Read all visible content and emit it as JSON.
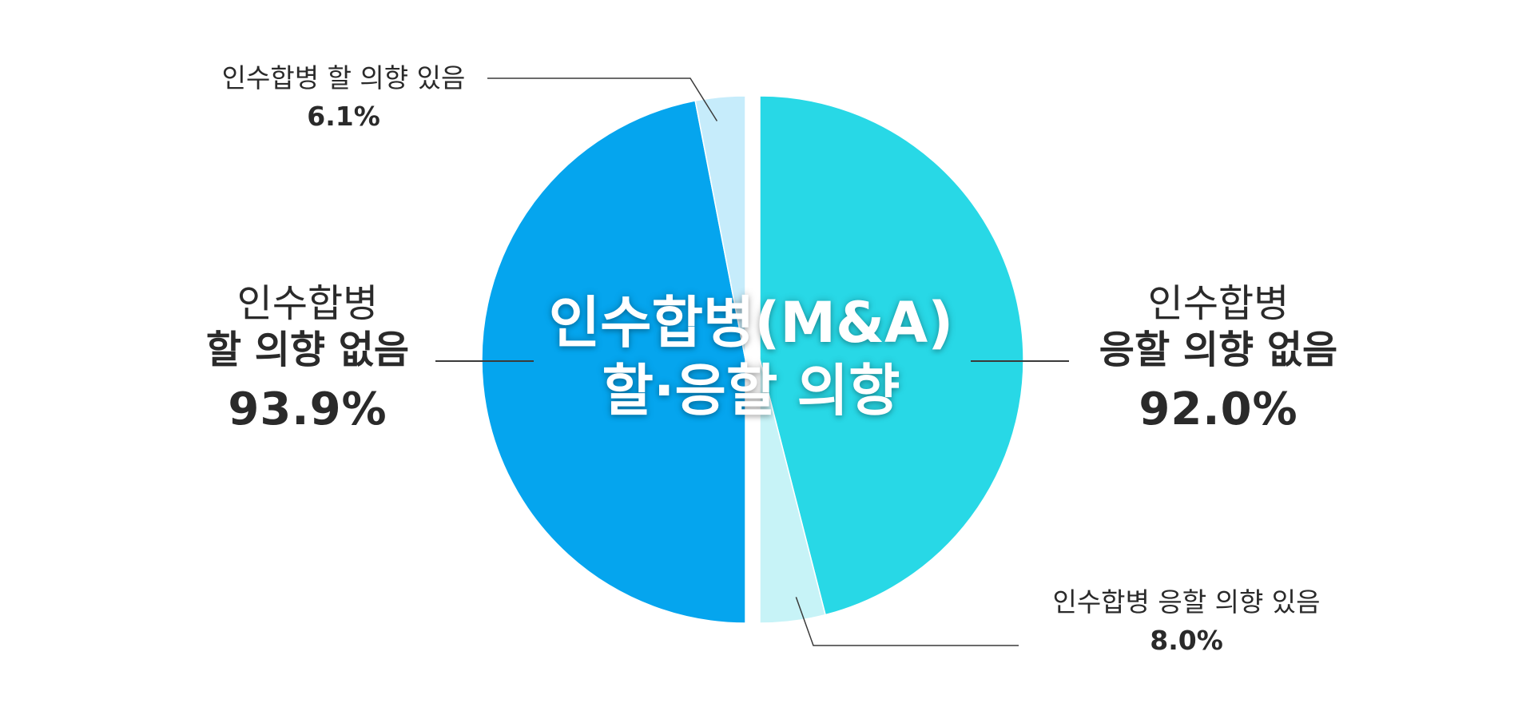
{
  "chart_data": [
    {
      "type": "pie",
      "title": "",
      "side": "left",
      "slices": [
        {
          "name_line1": "인수합병",
          "name_line2": "할 의향 없음",
          "value": 93.9,
          "label": "93.9%",
          "color": "#05a5ee"
        },
        {
          "name": "인수합병 할 의향 있음",
          "value": 6.1,
          "label": "6.1%",
          "color": "#c6ecfb"
        }
      ]
    },
    {
      "type": "pie",
      "title": "",
      "side": "right",
      "slices": [
        {
          "name_line1": "인수합병",
          "name_line2": "응할 의향 없음",
          "value": 92.0,
          "label": "92.0%",
          "color": "#28d8e6"
        },
        {
          "name": "인수합병 응할 의향 있음",
          "value": 8.0,
          "label": "8.0%",
          "color": "#c7f3f7"
        }
      ]
    }
  ],
  "center_title": {
    "line1": "인수합병(M&A)",
    "line2": "할·응할 의향"
  },
  "colors": {
    "left_main": "#05a5ee",
    "left_minor": "#c6ecfb",
    "right_main": "#28d8e6",
    "right_minor": "#c7f3f7",
    "leader_line": "#3a3a3a",
    "text": "#2a2a2a"
  }
}
